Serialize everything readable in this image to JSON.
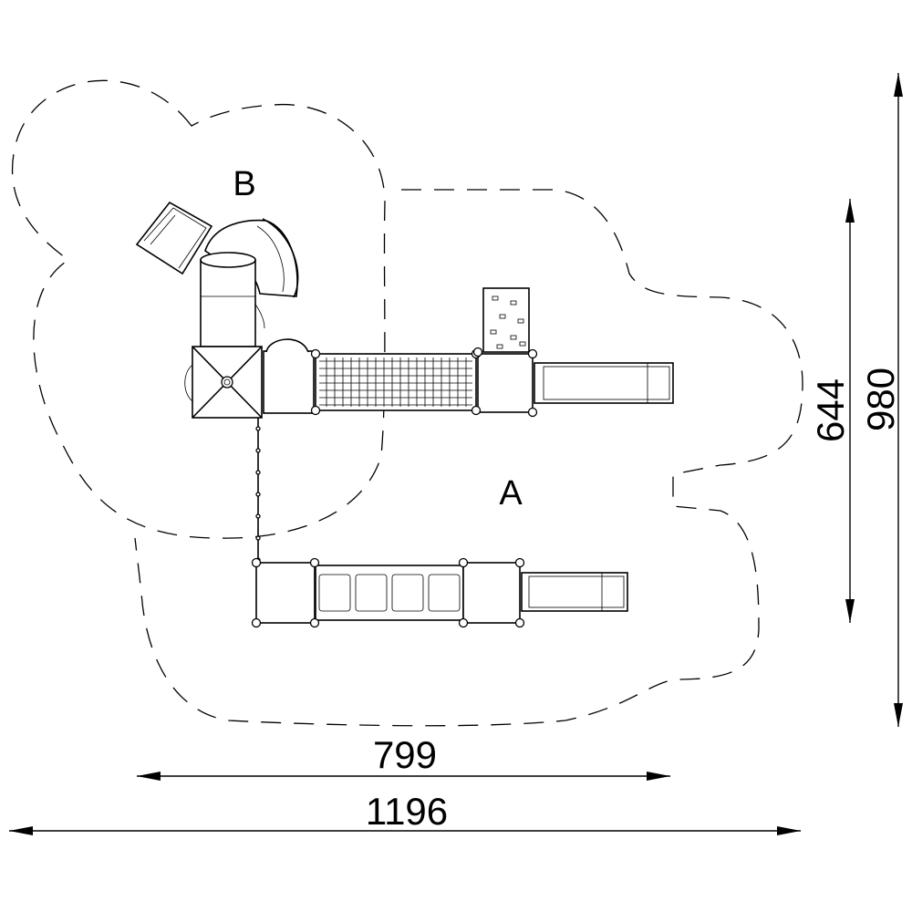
{
  "zones": {
    "a_label": "A",
    "b_label": "B"
  },
  "dimensions": {
    "inner_width": "799",
    "outer_width": "1196",
    "inner_height": "644",
    "outer_height": "980"
  }
}
